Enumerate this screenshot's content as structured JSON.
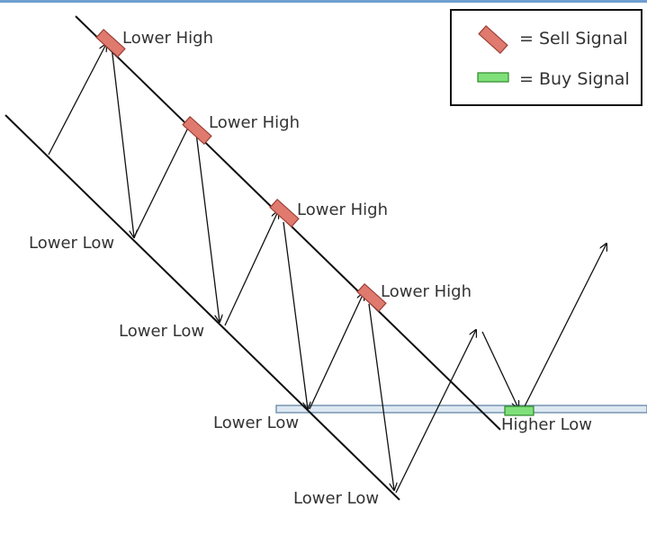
{
  "labels": {
    "lower_high": "Lower High",
    "lower_low": "Lower Low",
    "higher_low": "Higher Low"
  },
  "legend": {
    "sell": "= Sell Signal",
    "buy": "= Buy Signal"
  },
  "colors": {
    "sell_fill": "#e07a6e",
    "sell_stroke": "#9a3e35",
    "buy_fill": "#7fe07a",
    "buy_stroke": "#2f8a2a",
    "support_fill": "#dde8f2",
    "support_stroke": "#6e8eac",
    "line": "#111111",
    "top_border": "#6f9fd0"
  }
}
